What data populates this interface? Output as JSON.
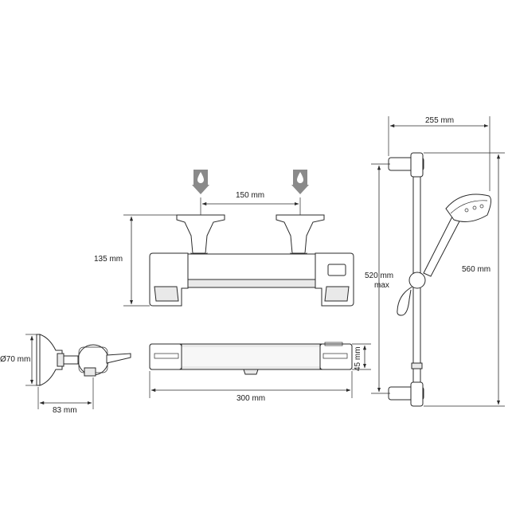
{
  "dimensions": {
    "inlet_spacing": "150 mm",
    "valve_height": "135 mm",
    "valve_width": "300 mm",
    "valve_depth": "45 mm",
    "side_diameter": "Ø70 mm",
    "side_depth": "83 mm",
    "rail_offset": "255 mm",
    "rail_length": "520 mm",
    "rail_max": "max",
    "total_height": "560 mm"
  },
  "colors": {
    "line": "#2a2a2a",
    "inlet_arrow": "#8a8a8a",
    "shade": "#e9e9e9"
  },
  "icons": [
    "water-inlet-icon",
    "water-drop-icon"
  ]
}
